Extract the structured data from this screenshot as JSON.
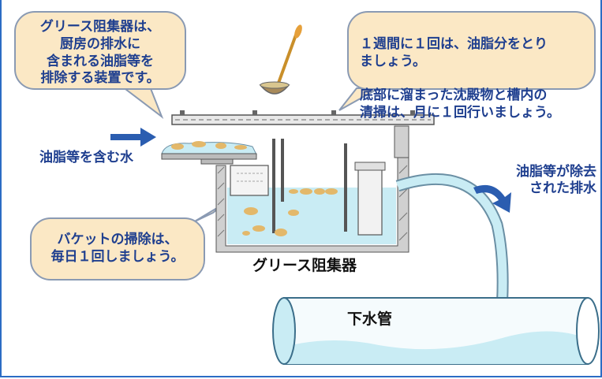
{
  "bubbles": {
    "top_left": "グリース阻集器は、\n厨房の排水に\n含まれる油脂等を\n排除する装置です。",
    "top_right_line1": "１週間に１回は、油脂分をとり\nましょう。",
    "top_right_line2": "底部に溜まった沈殿物と槽内の\n清掃は、月に１回行いましょう。",
    "bottom_left": "バケットの掃除は、\n毎日１回しましょう。"
  },
  "labels": {
    "inflow": "油脂等を含む水",
    "outflow": "油脂等が除去\nされた排水",
    "device": "グリース阻集器",
    "sewer": "下水管"
  },
  "colors": {
    "text_blue": "#1f3f8f",
    "bubble_fill": "#fbe8c5",
    "water": "#c9ecf4",
    "grease": "#e3b86a",
    "frame": "#2b6cc4"
  }
}
